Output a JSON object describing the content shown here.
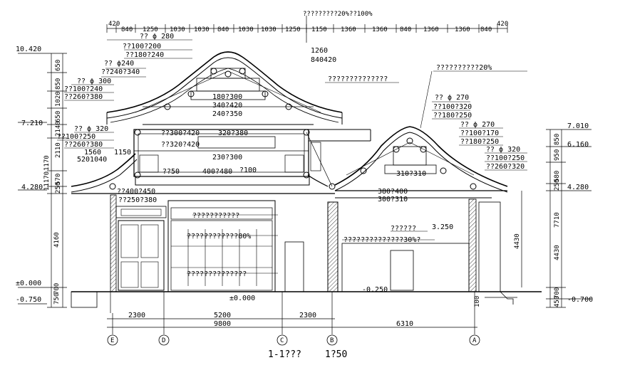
{
  "drawing": {
    "title": "1-1???",
    "scale": "1?50",
    "top_note": "?????????20%??100%",
    "right_note": "??????????20%",
    "left_top_labels": [
      "?? ϕ 280",
      "??100?200",
      "??180?240",
      "?? ϕ240",
      "??240?340",
      "?? ϕ 300",
      "??100?240",
      "??260?380"
    ],
    "left_mid_labels": [
      "?? ϕ 320",
      "??100?250",
      "??260?380",
      "1560",
      "5201040",
      "1150"
    ],
    "right_mid_labels": [
      "?? ϕ 270",
      "??100?320",
      "??180?250",
      "?? ϕ 270",
      "??100?170",
      "??180?250",
      "?? ϕ 320",
      "??100?250",
      "??260?320"
    ],
    "beam_labels": [
      "180?300",
      "340?420",
      "240?350",
      "??300?420",
      "320?380",
      "??320?420",
      "230?300",
      "??50",
      "400?480",
      "?100",
      "310?310",
      "??400?450",
      "??250?380",
      "380?400",
      "300?310"
    ],
    "notes": [
      "??????????????",
      "???????????",
      "????????????80%",
      "??????????????",
      "??????",
      "3.250",
      "??????????????30%?",
      "-0.250",
      "±0.000",
      "1260",
      "840420"
    ]
  },
  "dims_top_left": [
    "420",
    "840",
    "1250",
    "1030",
    "1030",
    "840",
    "1030",
    "1030",
    "1250"
  ],
  "dims_top_right": [
    "1150",
    "1360",
    "1360",
    "840",
    "1360",
    "1360",
    "840",
    "420"
  ],
  "left_elevations": [
    "10.420",
    "7.210",
    "4.280",
    "±0.000",
    "-0.750"
  ],
  "left_dims": [
    "650",
    "850",
    "1020",
    "650",
    "2140",
    "2110",
    "570",
    "250",
    "1170",
    "11170",
    "4160",
    "750",
    "700"
  ],
  "right_elevations": [
    "7.010",
    "6.160",
    "4.280",
    "-0.700"
  ],
  "right_dims": [
    "850",
    "950",
    "580",
    "250",
    "7710",
    "4430",
    "4430",
    "700",
    "450",
    "100"
  ],
  "bottom_dims": [
    "2300",
    "5200",
    "2300",
    "9800",
    "6310"
  ],
  "axes": [
    "E",
    "D",
    "C",
    "B",
    "A"
  ],
  "colors": {
    "line": "#000000",
    "background": "#ffffff",
    "hatch": "#444444"
  }
}
